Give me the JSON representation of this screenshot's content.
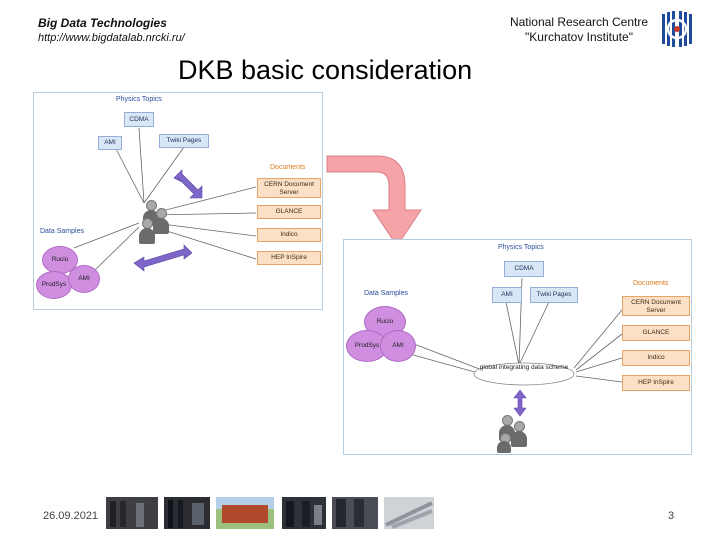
{
  "header": {
    "left_title": "Big Data Technologies",
    "left_url": "http://www.bigdatalab.nrcki.ru/",
    "right_line1": "National Research Centre",
    "right_line2": "\"Kurchatov Institute\""
  },
  "title": "DKB basic consideration",
  "diagram_a": {
    "physics_topics": "Physics Topics",
    "cdma": "CDMA",
    "ami": "AMI",
    "twiki": "Twiki Pages",
    "documents": "Documents",
    "cern": "CERN Document Server",
    "glance": "GLANCE",
    "indico": "Indico",
    "inspire": "HEP InSpire",
    "data_samples": "Data Samples",
    "rucio": "Rucio",
    "prodsys": "ProdSys",
    "ami2": "AMI"
  },
  "diagram_b": {
    "physics_topics": "Physics Topics",
    "cdma": "CDMA",
    "ami": "AMI",
    "twiki": "Twiki Pages",
    "documents": "Documents",
    "cern": "CERN Document Server",
    "glance": "GLANCE",
    "indico": "Indico",
    "inspire": "HEP InSpire",
    "data_samples": "Data Samples",
    "rucio": "Rucio",
    "prodsys": "ProdSys",
    "ami2": "AMI",
    "global_scheme": "global integrating data scheme"
  },
  "footer": {
    "date": "26.09.2021",
    "page": "3"
  },
  "colors": {
    "accent_blue": "#2a4d9c",
    "accent_orange": "#d97a17",
    "arrow_pink": "#f6a3a8",
    "sample_purple": "#cf8ee0"
  }
}
